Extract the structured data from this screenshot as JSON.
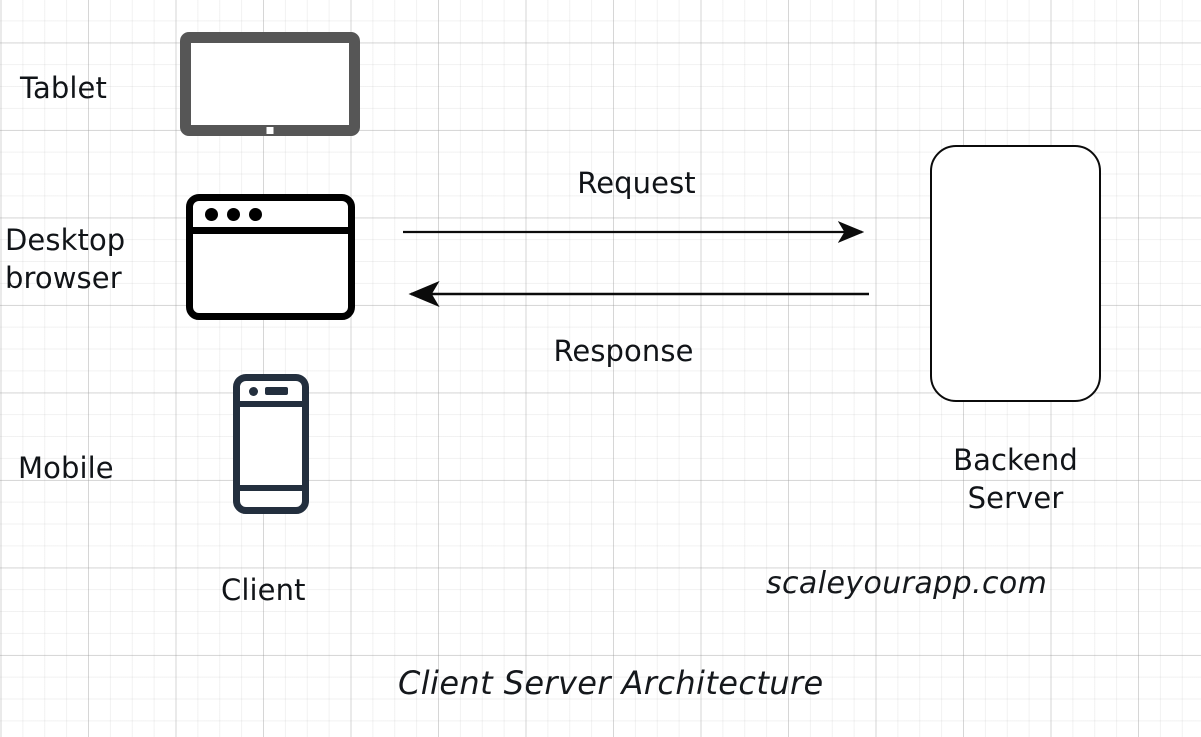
{
  "diagram": {
    "title": "Client Server Architecture",
    "watermark": "scaleyourapp.com",
    "client_group_label": "Client",
    "server_label": "Backend\nServer",
    "devices": [
      {
        "id": "tablet",
        "label": "Tablet"
      },
      {
        "id": "desktop",
        "label": "Desktop\nbrowser"
      },
      {
        "id": "mobile",
        "label": "Mobile"
      }
    ],
    "flows": [
      {
        "id": "request",
        "label": "Request",
        "direction": "client-to-server"
      },
      {
        "id": "response",
        "label": "Response",
        "direction": "server-to-client"
      }
    ],
    "colors": {
      "background": "#ffffff",
      "grid_minor": "#f0f0f0",
      "grid_major": "#dcdcdc",
      "text": "#111418",
      "tablet_outline": "#565656",
      "browser_outline": "#000000",
      "mobile_outline": "#232f3e",
      "server_outline": "#0b0b0b",
      "arrow": "#0b0b0b"
    }
  }
}
